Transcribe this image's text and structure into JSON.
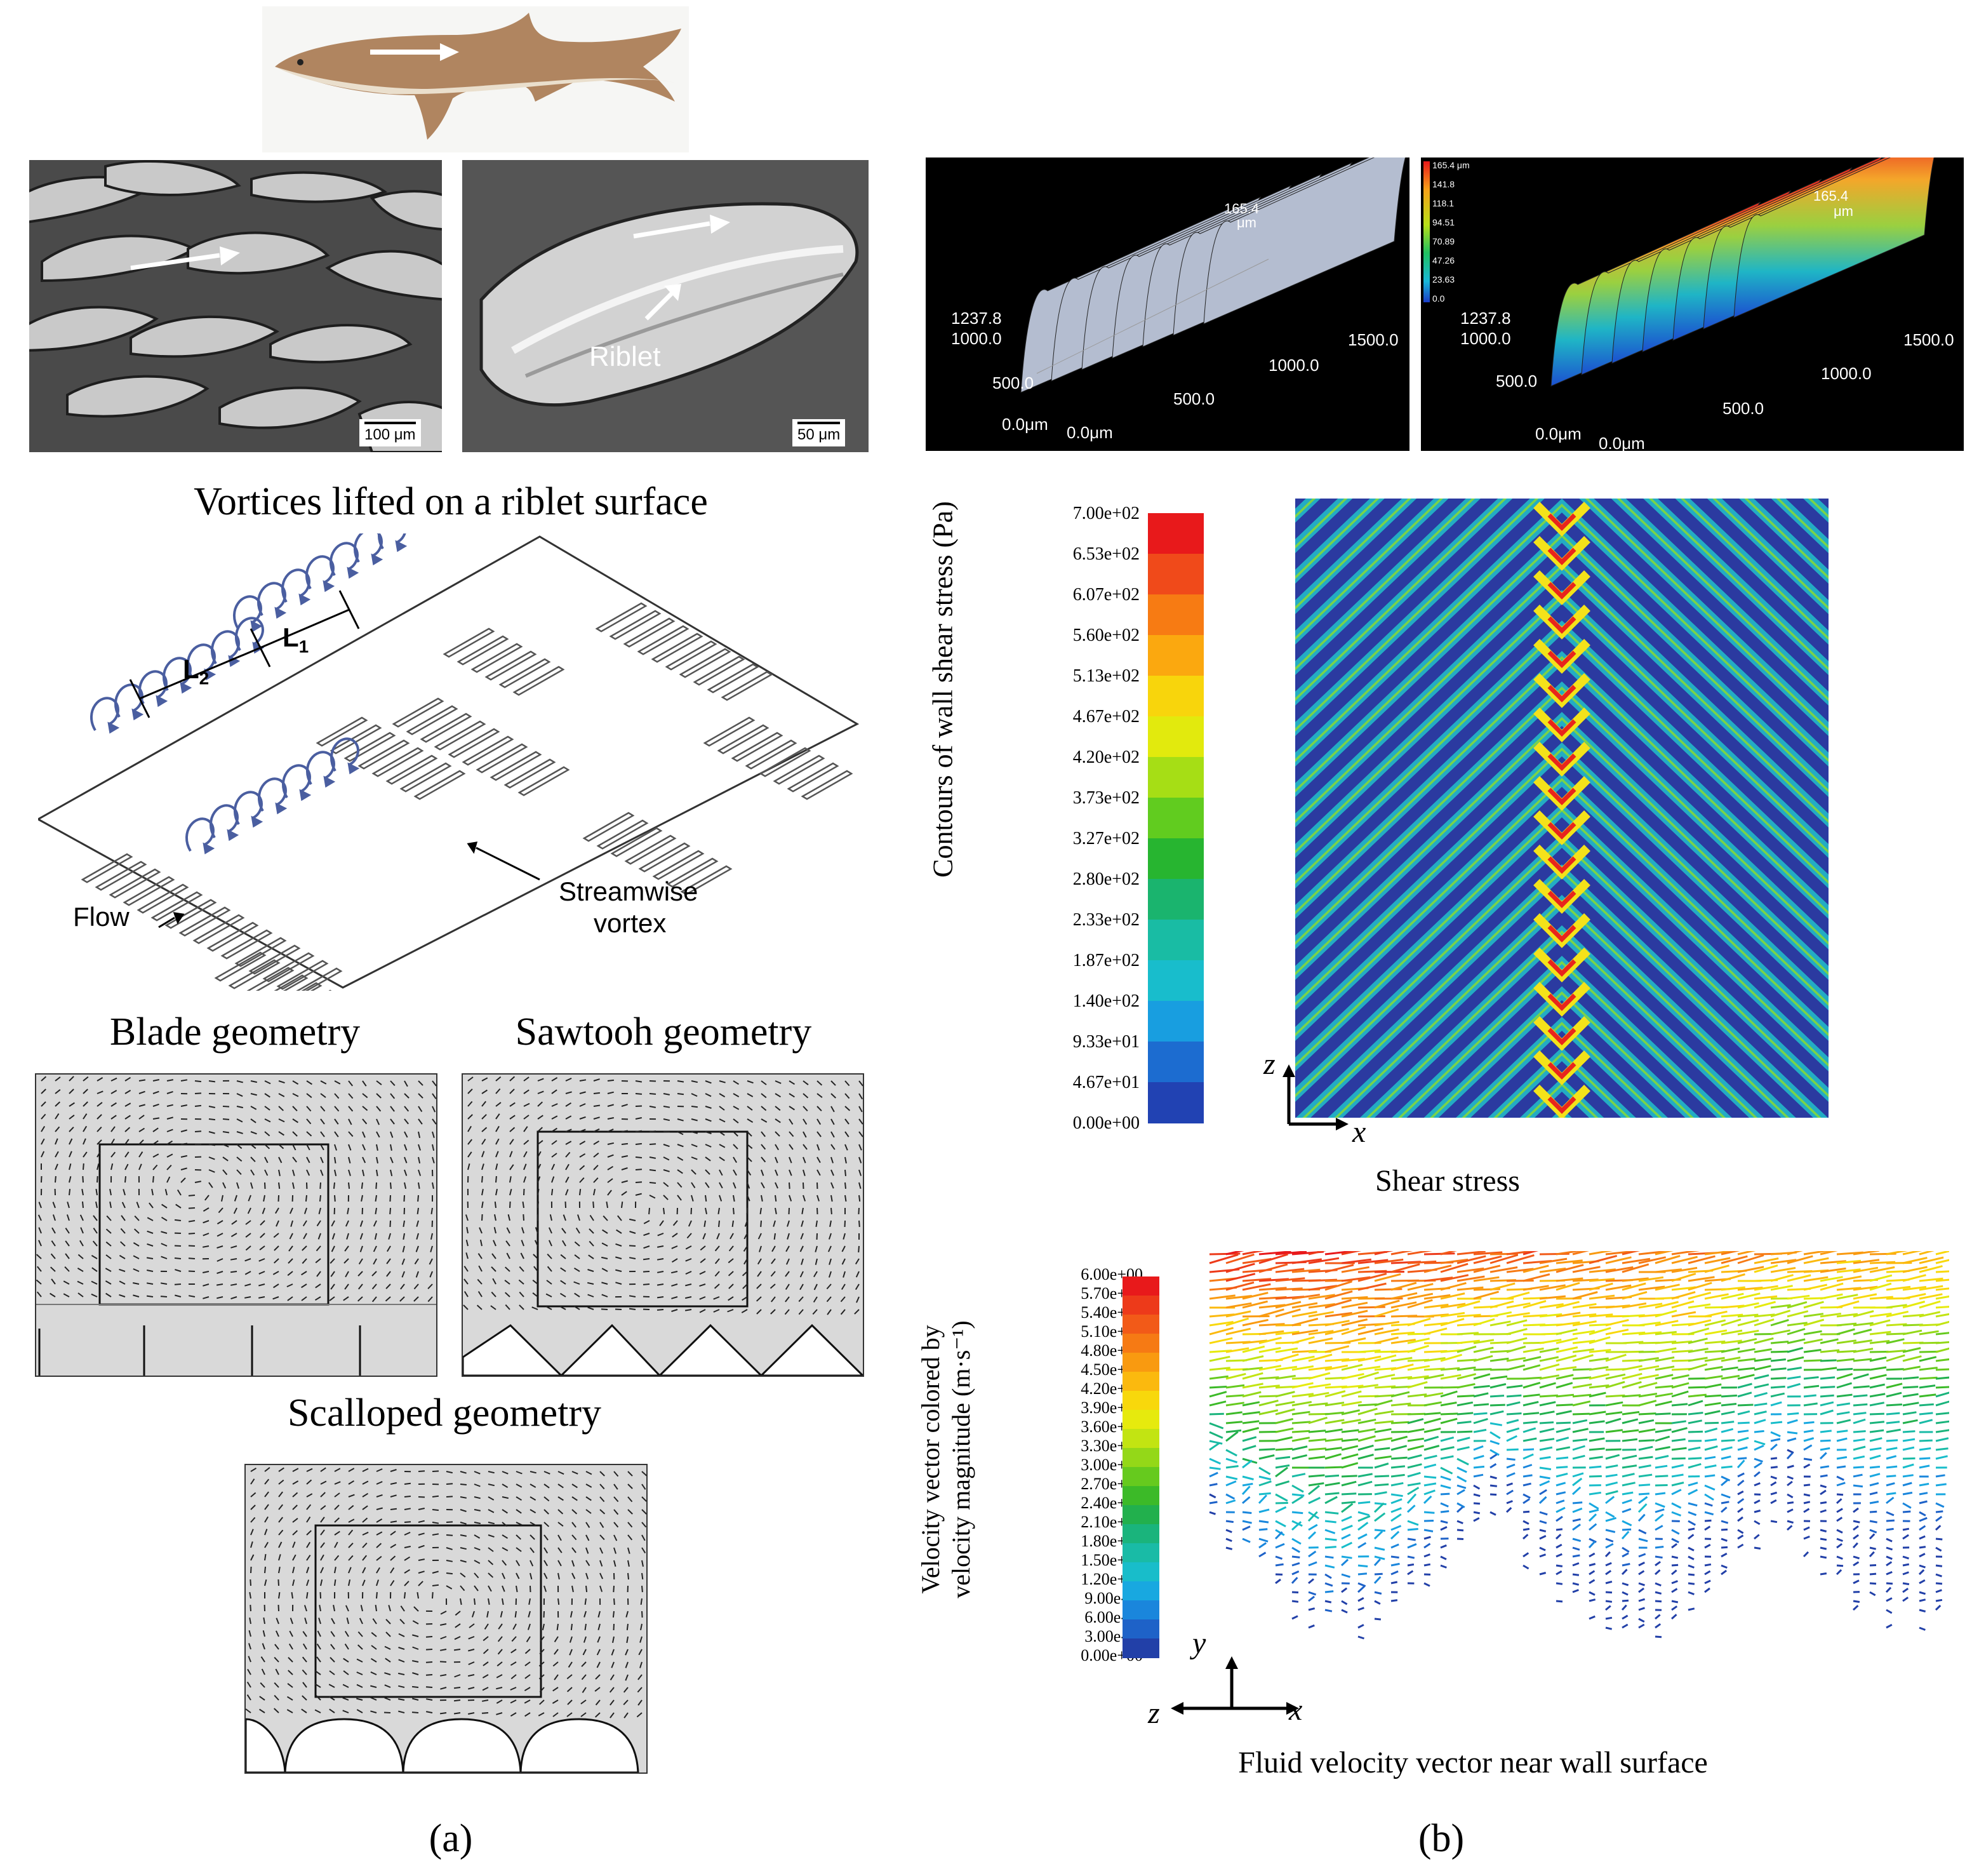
{
  "panel_a": {
    "label": "(a)",
    "sem_scale_1": "100 μm",
    "sem_scale_2": "50 μm",
    "riblet_label": "Riblet",
    "caption_vortices": "Vortices lifted on a riblet surface",
    "diagram": {
      "l2": "L",
      "l2_sub": "2",
      "l1": "L",
      "l1_sub": "1",
      "flow": "Flow",
      "streamwise": "Streamwise",
      "vortex": "vortex"
    },
    "caption_blade": "Blade geometry",
    "caption_sawtooth": "Sawtooh geometry",
    "caption_scalloped": "Scalloped geometry"
  },
  "panel_b": {
    "label": "(b)",
    "profile_left": {
      "y_max": "1237.8",
      "y_1000": "1000.0",
      "y_500": "500.0",
      "y_0": "0.0μm",
      "x_0": "0.0μm",
      "x_500": "500.0",
      "x_1000": "1000.0",
      "x_1500": "1500.0",
      "z_peak": "165.4",
      "z_unit": "μm"
    },
    "profile_right": {
      "y_max": "1237.8",
      "y_1000": "1000.0",
      "y_500": "500.0",
      "y_0": "0.0μm",
      "x_0": "0.0μm",
      "x_500": "500.0",
      "x_1000": "1000.0",
      "x_1500": "1500.0",
      "z_peak": "165.4",
      "z_unit": "μm",
      "legend": [
        "165.4 μm",
        "141.8",
        "118.1",
        "94.51",
        "70.89",
        "47.26",
        "23.63",
        "0.0"
      ]
    },
    "shear": {
      "axis_title": "Contours of wall shear stress (Pa)",
      "ticks": [
        "7.00e+02",
        "6.53e+02",
        "6.07e+02",
        "5.60e+02",
        "5.13e+02",
        "4.67e+02",
        "4.20e+02",
        "3.73e+02",
        "3.27e+02",
        "2.80e+02",
        "2.33e+02",
        "1.87e+02",
        "1.40e+02",
        "9.33e+01",
        "4.67e+01",
        "0.00e+00"
      ],
      "colors": [
        "#e8191b",
        "#f04a1a",
        "#f77b13",
        "#fba80f",
        "#f8d50c",
        "#e2ea0d",
        "#a6de15",
        "#61cc1f",
        "#27b530",
        "#1ab46e",
        "#19bca4",
        "#18bdcc",
        "#189ee0",
        "#1c6cd0",
        "#2142b3",
        "#242f8c"
      ],
      "axis_z": "z",
      "axis_x": "x",
      "caption": "Shear stress"
    },
    "velocity": {
      "axis_title_1": "Velocity vector colored by",
      "axis_title_2": "velocity magnitude (m·s⁻¹)",
      "ticks": [
        "6.00e+00",
        "5.70e+00",
        "5.40e+00",
        "5.10e+00",
        "4.80e+00",
        "4.50e+00",
        "4.20e+00",
        "3.90e+00",
        "3.60e+00",
        "3.30e+00",
        "3.00e+00",
        "2.70e+00",
        "2.40e+00",
        "2.10e+00",
        "1.80e+00",
        "1.50e+00",
        "1.20e+00",
        "9.00e-01",
        "6.00e-01",
        "3.00e-01",
        "0.00e+00"
      ],
      "colors": [
        "#e8191b",
        "#ed3a1a",
        "#f25a18",
        "#f67a14",
        "#f99a10",
        "#fbb90e",
        "#f8d80c",
        "#e6ea0d",
        "#c2e412",
        "#94d818",
        "#66ca1e",
        "#3cba28",
        "#22b04d",
        "#1ab47c",
        "#19bba6",
        "#18bdca",
        "#18a8e0",
        "#1a86dc",
        "#1e62c8",
        "#2240a8"
      ],
      "axis_y": "y",
      "axis_z": "z",
      "axis_x": "x",
      "caption": "Fluid velocity vector near wall surface"
    }
  }
}
